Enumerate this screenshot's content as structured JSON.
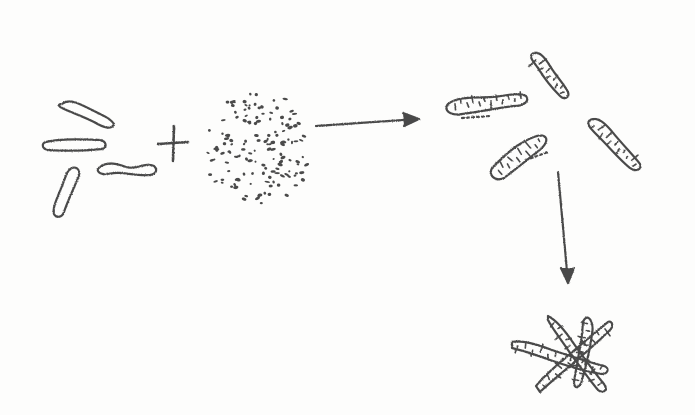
{
  "diagram": {
    "ink_color": "#4a4a4a",
    "paper_color": "#fdfdfc",
    "groups": [
      {
        "role": "separate-rods",
        "count": 4
      },
      {
        "role": "plus-sign"
      },
      {
        "role": "particle-cluster"
      },
      {
        "role": "arrow-right"
      },
      {
        "role": "coated-rods",
        "count": 4
      },
      {
        "role": "arrow-down"
      },
      {
        "role": "aggregated-cluster"
      }
    ]
  }
}
